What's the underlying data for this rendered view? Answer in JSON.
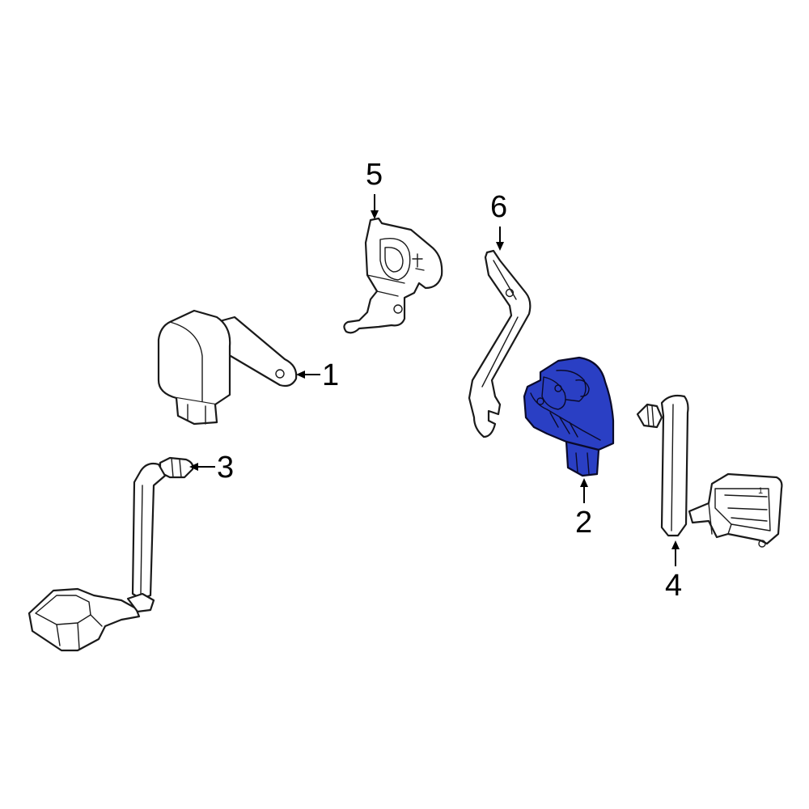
{
  "colors": {
    "highlight": "#2a3fc4",
    "highlight_dark": "#1a2a9a",
    "line": "#1a1a1a",
    "background": "#ffffff"
  },
  "callouts": {
    "c1": "1",
    "c2": "2",
    "c3": "3",
    "c4": "4",
    "c5": "5",
    "c6": "6"
  },
  "part4_mark": "1"
}
